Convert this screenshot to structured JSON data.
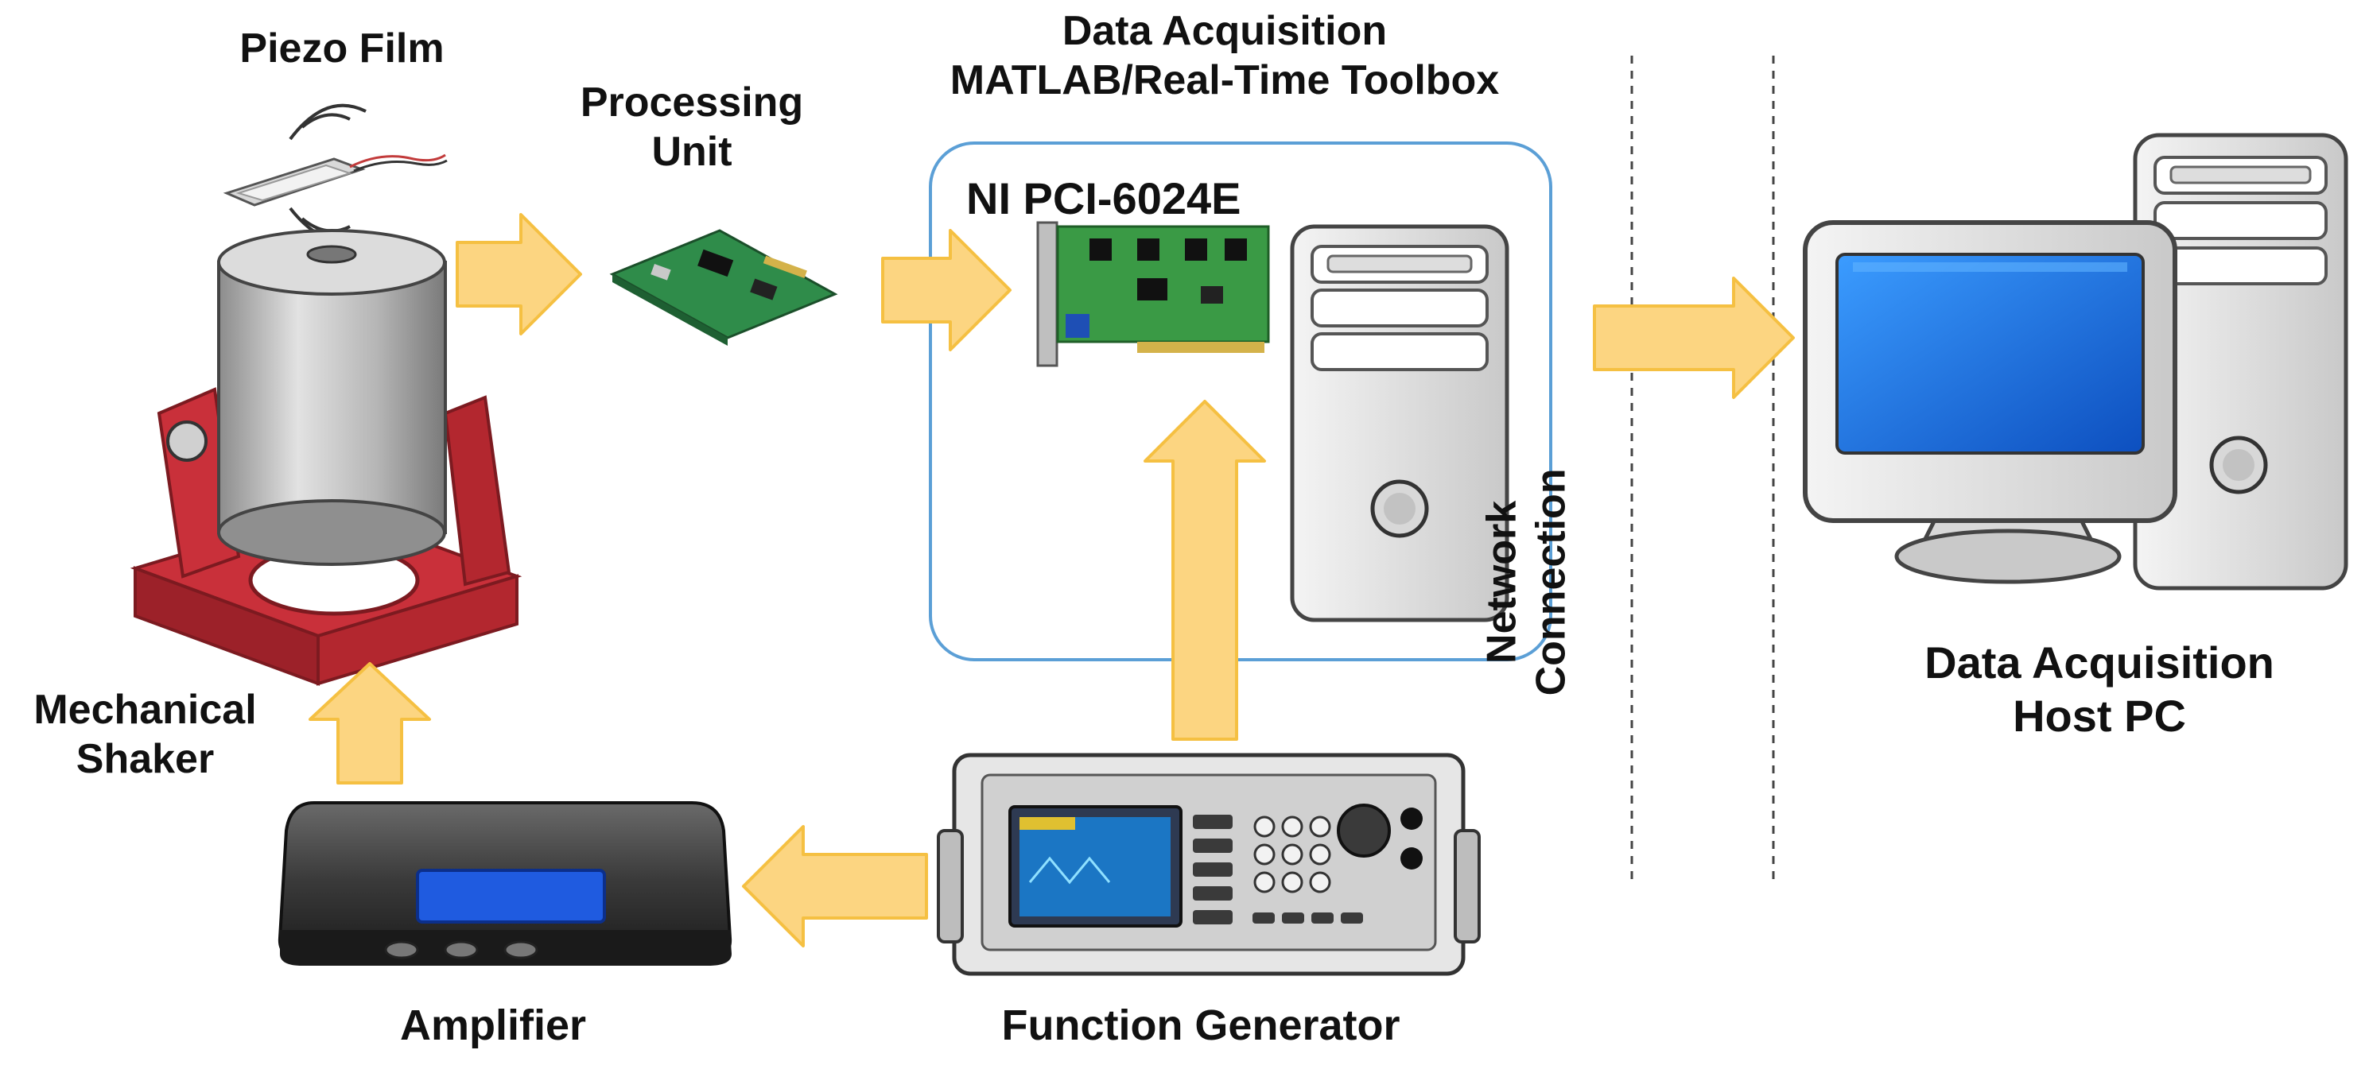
{
  "labels": {
    "piezo_film": "Piezo Film",
    "processing_unit": [
      "Processing",
      "Unit"
    ],
    "data_acquisition_top": [
      "Data Acquisition",
      "MATLAB/Real-Time Toolbox"
    ],
    "ni_card": "NI PCI-6024E",
    "mechanical_shaker": [
      "Mechanical",
      "Shaker"
    ],
    "amplifier": "Amplifier",
    "function_generator": "Function Generator",
    "network_connection": [
      "Network",
      "Connection"
    ],
    "host_pc": [
      "Data Acquisition",
      "Host PC"
    ]
  },
  "colors": {
    "arrow_fill": "#fcd581",
    "arrow_stroke": "#f5c042",
    "panel_border": "#5b9fd6",
    "shaker_red": "#c9303a",
    "screen_blue": "#1f6fe0"
  }
}
